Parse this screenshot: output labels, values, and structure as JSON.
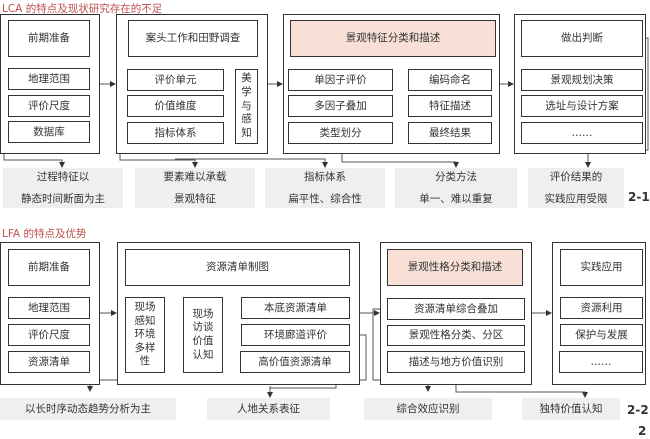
{
  "lca": {
    "title": "LCA 的特点及现状研究存在的不足",
    "col1": {
      "head": "前期准备",
      "items": [
        "地理范围",
        "评价尺度",
        "数据库"
      ]
    },
    "col2": {
      "head": "案头工作和田野调查",
      "items": [
        "评价单元",
        "价值维度",
        "指标体系"
      ],
      "side": "美学与感知"
    },
    "col3": {
      "head": "景观特征分类和描述",
      "left": [
        "单因子评价",
        "多因子叠加",
        "类型划分"
      ],
      "right": [
        "编码命名",
        "特征描述",
        "最终结果"
      ]
    },
    "col4": {
      "head": "做出判断",
      "items": [
        "景观规划决策",
        "选址与设计方案",
        "……"
      ]
    },
    "issues": [
      [
        "过程特征以",
        "静态时间断面为主"
      ],
      [
        "要素难以承载",
        "景观特征"
      ],
      [
        "指标体系",
        "扁平性、综合性"
      ],
      [
        "分类方法",
        "单一、难以重复"
      ],
      [
        "评价结果的",
        "实践应用受限"
      ]
    ],
    "label": "2-1"
  },
  "lfa": {
    "title": "LFA 的特点及优势",
    "col1": {
      "head": "前期准备",
      "items": [
        "地理范围",
        "评价尺度",
        "资源清单"
      ]
    },
    "col2": {
      "head": "资源清单制图",
      "v1": "现场感知环境多样性",
      "v2": "现场访谈价值认知",
      "items": [
        "本底资源清单",
        "环境廊道评价",
        "高价值资源清单"
      ]
    },
    "col3": {
      "head": "景观性格分类和描述",
      "items": [
        "资源清单综合叠加",
        "景观性格分类、分区",
        "描述与地方价值识别"
      ]
    },
    "col4": {
      "head": "实践应用",
      "items": [
        "资源利用",
        "保护与发展",
        "……"
      ]
    },
    "advantages": [
      "以长时序动态趋势分析为主",
      "人地关系表征",
      "综合效应识别",
      "独特价值认知"
    ],
    "label": "2-2"
  },
  "page_number": "2",
  "colors": {
    "title": "#c0504d",
    "highlight": "#f8e0d6",
    "note_bg": "#efefef"
  }
}
